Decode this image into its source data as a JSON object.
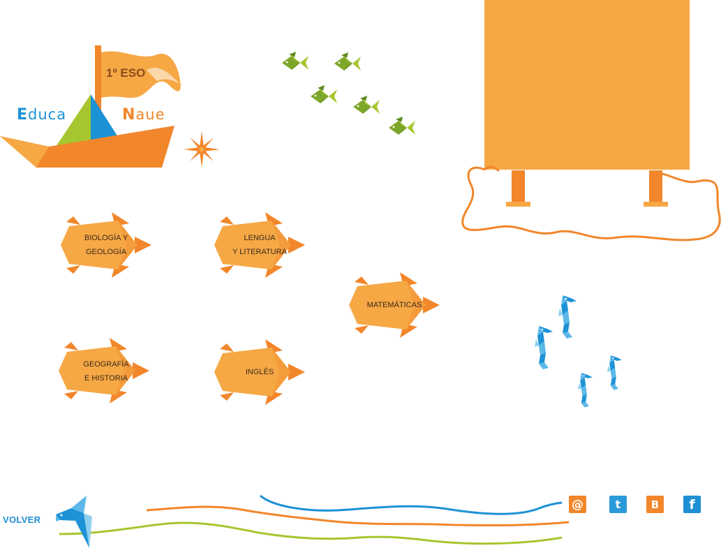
{
  "logo": {
    "grade": "1º ESO",
    "educa_cap": "E",
    "educa_rest": "duca",
    "naue_cap": "N",
    "naue_rest": "aue"
  },
  "subjects": [
    {
      "line1": "BIOLOGÍA Y",
      "line2": "GEOLOGÍA"
    },
    {
      "line1": "LENGUA",
      "line2": "Y LITERATURA"
    },
    {
      "line1": "MATEMÁTICAS",
      "line2": ""
    },
    {
      "line1": "GEOGRAFÍA",
      "line2": "E HISTORIA"
    },
    {
      "line1": "INGLÉS",
      "line2": ""
    }
  ],
  "nav": {
    "back_label": "VOLVER"
  },
  "social": {
    "email_icon": "@",
    "twitter_icon": "t",
    "blogger_icon": "B",
    "facebook_icon": "f"
  },
  "colors": {
    "orange": "#f2862a",
    "light_orange": "#f6a845",
    "blue": "#1d92d6",
    "green": "#a6c630"
  }
}
